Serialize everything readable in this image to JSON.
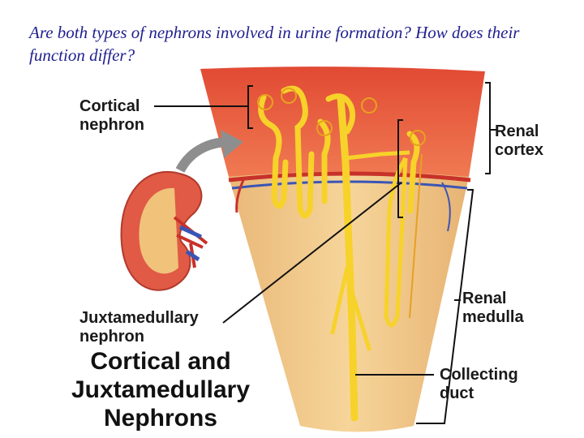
{
  "question": "Are both types of nephrons involved in urine formation? How does their function differ?",
  "labels": {
    "cortical_nephron": "Cortical\nnephron",
    "juxtamedullary_nephron": "Juxtamedullary\nnephron",
    "renal_cortex": "Renal\ncortex",
    "renal_medulla": "Renal\nmedulla",
    "collecting_duct": "Collecting\nduct"
  },
  "title": "Cortical and\nJuxtamedullary\nNephrons",
  "colors": {
    "question_text": "#1f1f8f",
    "cortex": "#e8553a",
    "medulla": "#f2c98a",
    "tubule": "#f7d22a",
    "artery": "#c8312a",
    "vein": "#3b55b5"
  }
}
